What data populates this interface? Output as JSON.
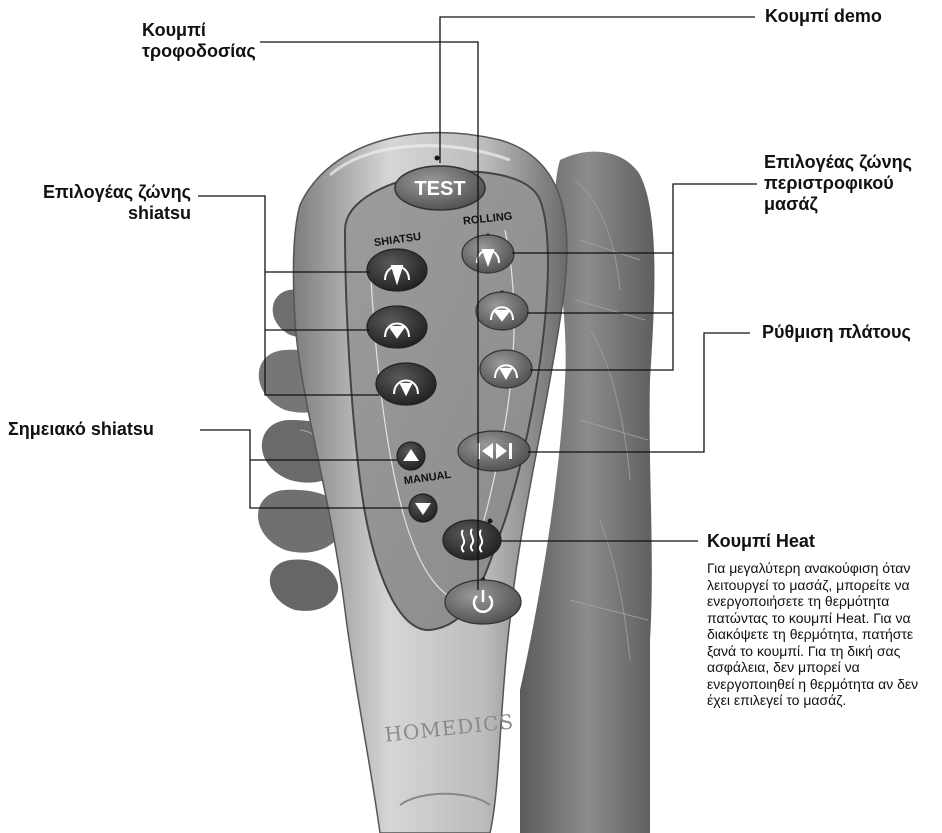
{
  "labels": {
    "power_button": "Κουμπί τροφοδοσίας",
    "demo_button": "Κουμπί demo",
    "shiatsu_zone": "Επιλογέας ζώνης shiatsu",
    "rolling_zone": "Επιλογέας ζώνης περιστροφικού μασάζ",
    "width_adjust": "Ρύθμιση πλάτους",
    "spot_shiatsu": "Σημειακό shiatsu",
    "heat_title": "Κουμπί Heat",
    "heat_description": "Για μεγαλύτερη ανακούφιση όταν λειτουργεί το μασάζ, μπορείτε να ενεργοποιήσετε τη θερμότητα πατώντας το κουμπί Heat. Για να διακόψετε τη θερμότητα, πατήστε ξανά το κουμπί. Για τη δική σας ασφάλεια, δεν μπορεί να ενεργοποιηθεί η θερμότητα αν δεν έχει επιλεγεί το μασάζ."
  },
  "remote": {
    "test_label": "TEST",
    "shiatsu_label": "SHIATSU",
    "rolling_label": "ROLLING",
    "manual_label": "MANUAL",
    "brand": "HOMEDICS"
  },
  "icons": {
    "power": "power-icon",
    "heat": "heat-waves-icon",
    "up": "triangle-up-icon",
    "down": "triangle-down-icon",
    "width": "width-adjust-icon",
    "zone": "back-zone-icon"
  }
}
